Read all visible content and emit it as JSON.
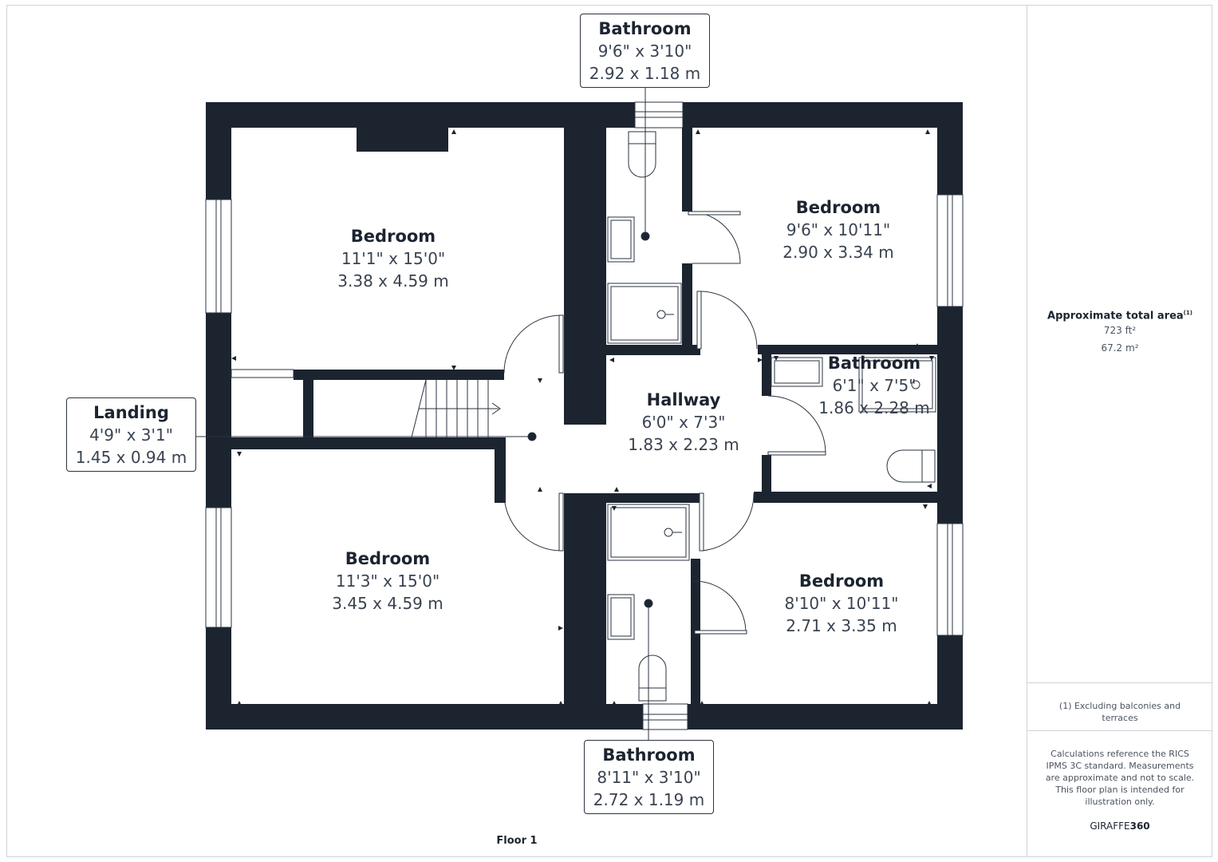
{
  "rooms": {
    "bedroom_top_left": {
      "name": "Bedroom",
      "imperial": "11'1\" x 15'0\"",
      "metric": "3.38 x 4.59 m"
    },
    "bedroom_bottom_left": {
      "name": "Bedroom",
      "imperial": "11'3\" x 15'0\"",
      "metric": "3.45 x 4.59 m"
    },
    "bedroom_top_right": {
      "name": "Bedroom",
      "imperial": "9'6\" x 10'11\"",
      "metric": "2.90 x 3.34 m"
    },
    "bedroom_bottom_right": {
      "name": "Bedroom",
      "imperial": "8'10\" x 10'11\"",
      "metric": "2.71 x 3.35 m"
    },
    "hallway": {
      "name": "Hallway",
      "imperial": "6'0\" x 7'3\"",
      "metric": "1.83 x 2.23 m"
    },
    "bathroom_right": {
      "name": "Bathroom",
      "imperial": "6'1\" x 7'5\"",
      "metric": "1.86 x 2.28 m"
    }
  },
  "callouts": {
    "bathroom_top": {
      "name": "Bathroom",
      "imperial": "9'6\" x 3'10\"",
      "metric": "2.92 x 1.18 m"
    },
    "bathroom_bottom": {
      "name": "Bathroom",
      "imperial": "8'11\" x 3'10\"",
      "metric": "2.72 x 1.19 m"
    },
    "landing": {
      "name": "Landing",
      "imperial": "4'9\" x 3'1\"",
      "metric": "1.45 x 0.94 m"
    }
  },
  "sidebar": {
    "area_title": "Approximate total area",
    "area_note_marker": "(1)",
    "area_sqft": "723 ft²",
    "area_sqm": "67.2 m²",
    "footnote": "(1) Excluding balconies and terraces",
    "disclaimer": "Calculations reference the RICS IPMS 3C standard. Measurements are approximate and not to scale. This floor plan is intended for illustration only.",
    "brand_prefix": "GIRAFFE",
    "brand_suffix": "360"
  },
  "floor_label": "Floor 1",
  "colors": {
    "wall": "#1c2430",
    "line": "#2a3340",
    "border": "#cfd3d8"
  }
}
